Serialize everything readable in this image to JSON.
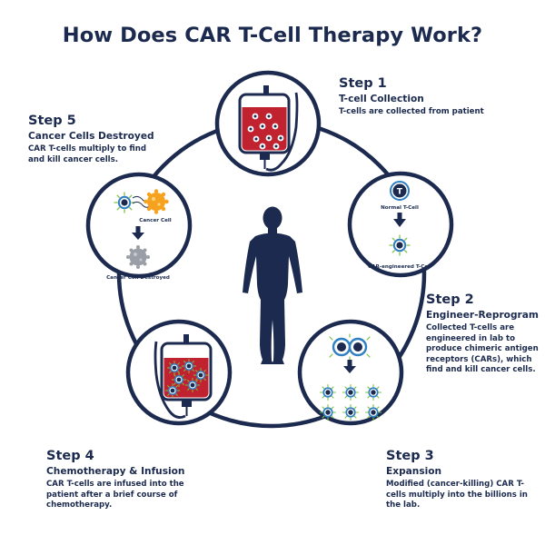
{
  "title": "How Does CAR T-Cell Therapy Work?",
  "colors": {
    "navy": "#1b2a4e",
    "red": "#c0232f",
    "accent_blue": "#2f7fc1",
    "accent_green": "#7cc242",
    "orange": "#f6a21e"
  },
  "steps": [
    {
      "number": "Step 1",
      "heading": "T-cell Collection",
      "description": "T-cells are collected from patient",
      "icon": "blood-bag-icon"
    },
    {
      "number": "Step 2",
      "heading": "Engineer-Reprogram",
      "description": "Collected T-cells are engineered in lab to produce chimeric antigen receptors (CARs), which find and kill cancer cells.",
      "icon": "cell-engineering-icon",
      "labels": {
        "normal": "Normal T-Cell",
        "engineered": "CAR-engineered T-Cell",
        "t_letter": "T"
      }
    },
    {
      "number": "Step 3",
      "heading": "Expansion",
      "description": "Modified (cancer-killing) CAR T-cells multiply into the billions in the lab.",
      "icon": "cell-expansion-icon"
    },
    {
      "number": "Step 4",
      "heading": "Chemotherapy & Infusion",
      "description": "CAR T-cells are infused into the patient after a brief course of chemotherapy.",
      "icon": "infusion-bag-icon"
    },
    {
      "number": "Step 5",
      "heading": "Cancer Cells Destroyed",
      "description": "CAR T-cells multiply to find and kill cancer cells.",
      "icon": "cancer-cell-icon",
      "labels": {
        "cancer": "Cancer Cell",
        "destroyed": "Cancer Cell Destroyed"
      }
    }
  ],
  "center_icon": "human-figure-icon"
}
